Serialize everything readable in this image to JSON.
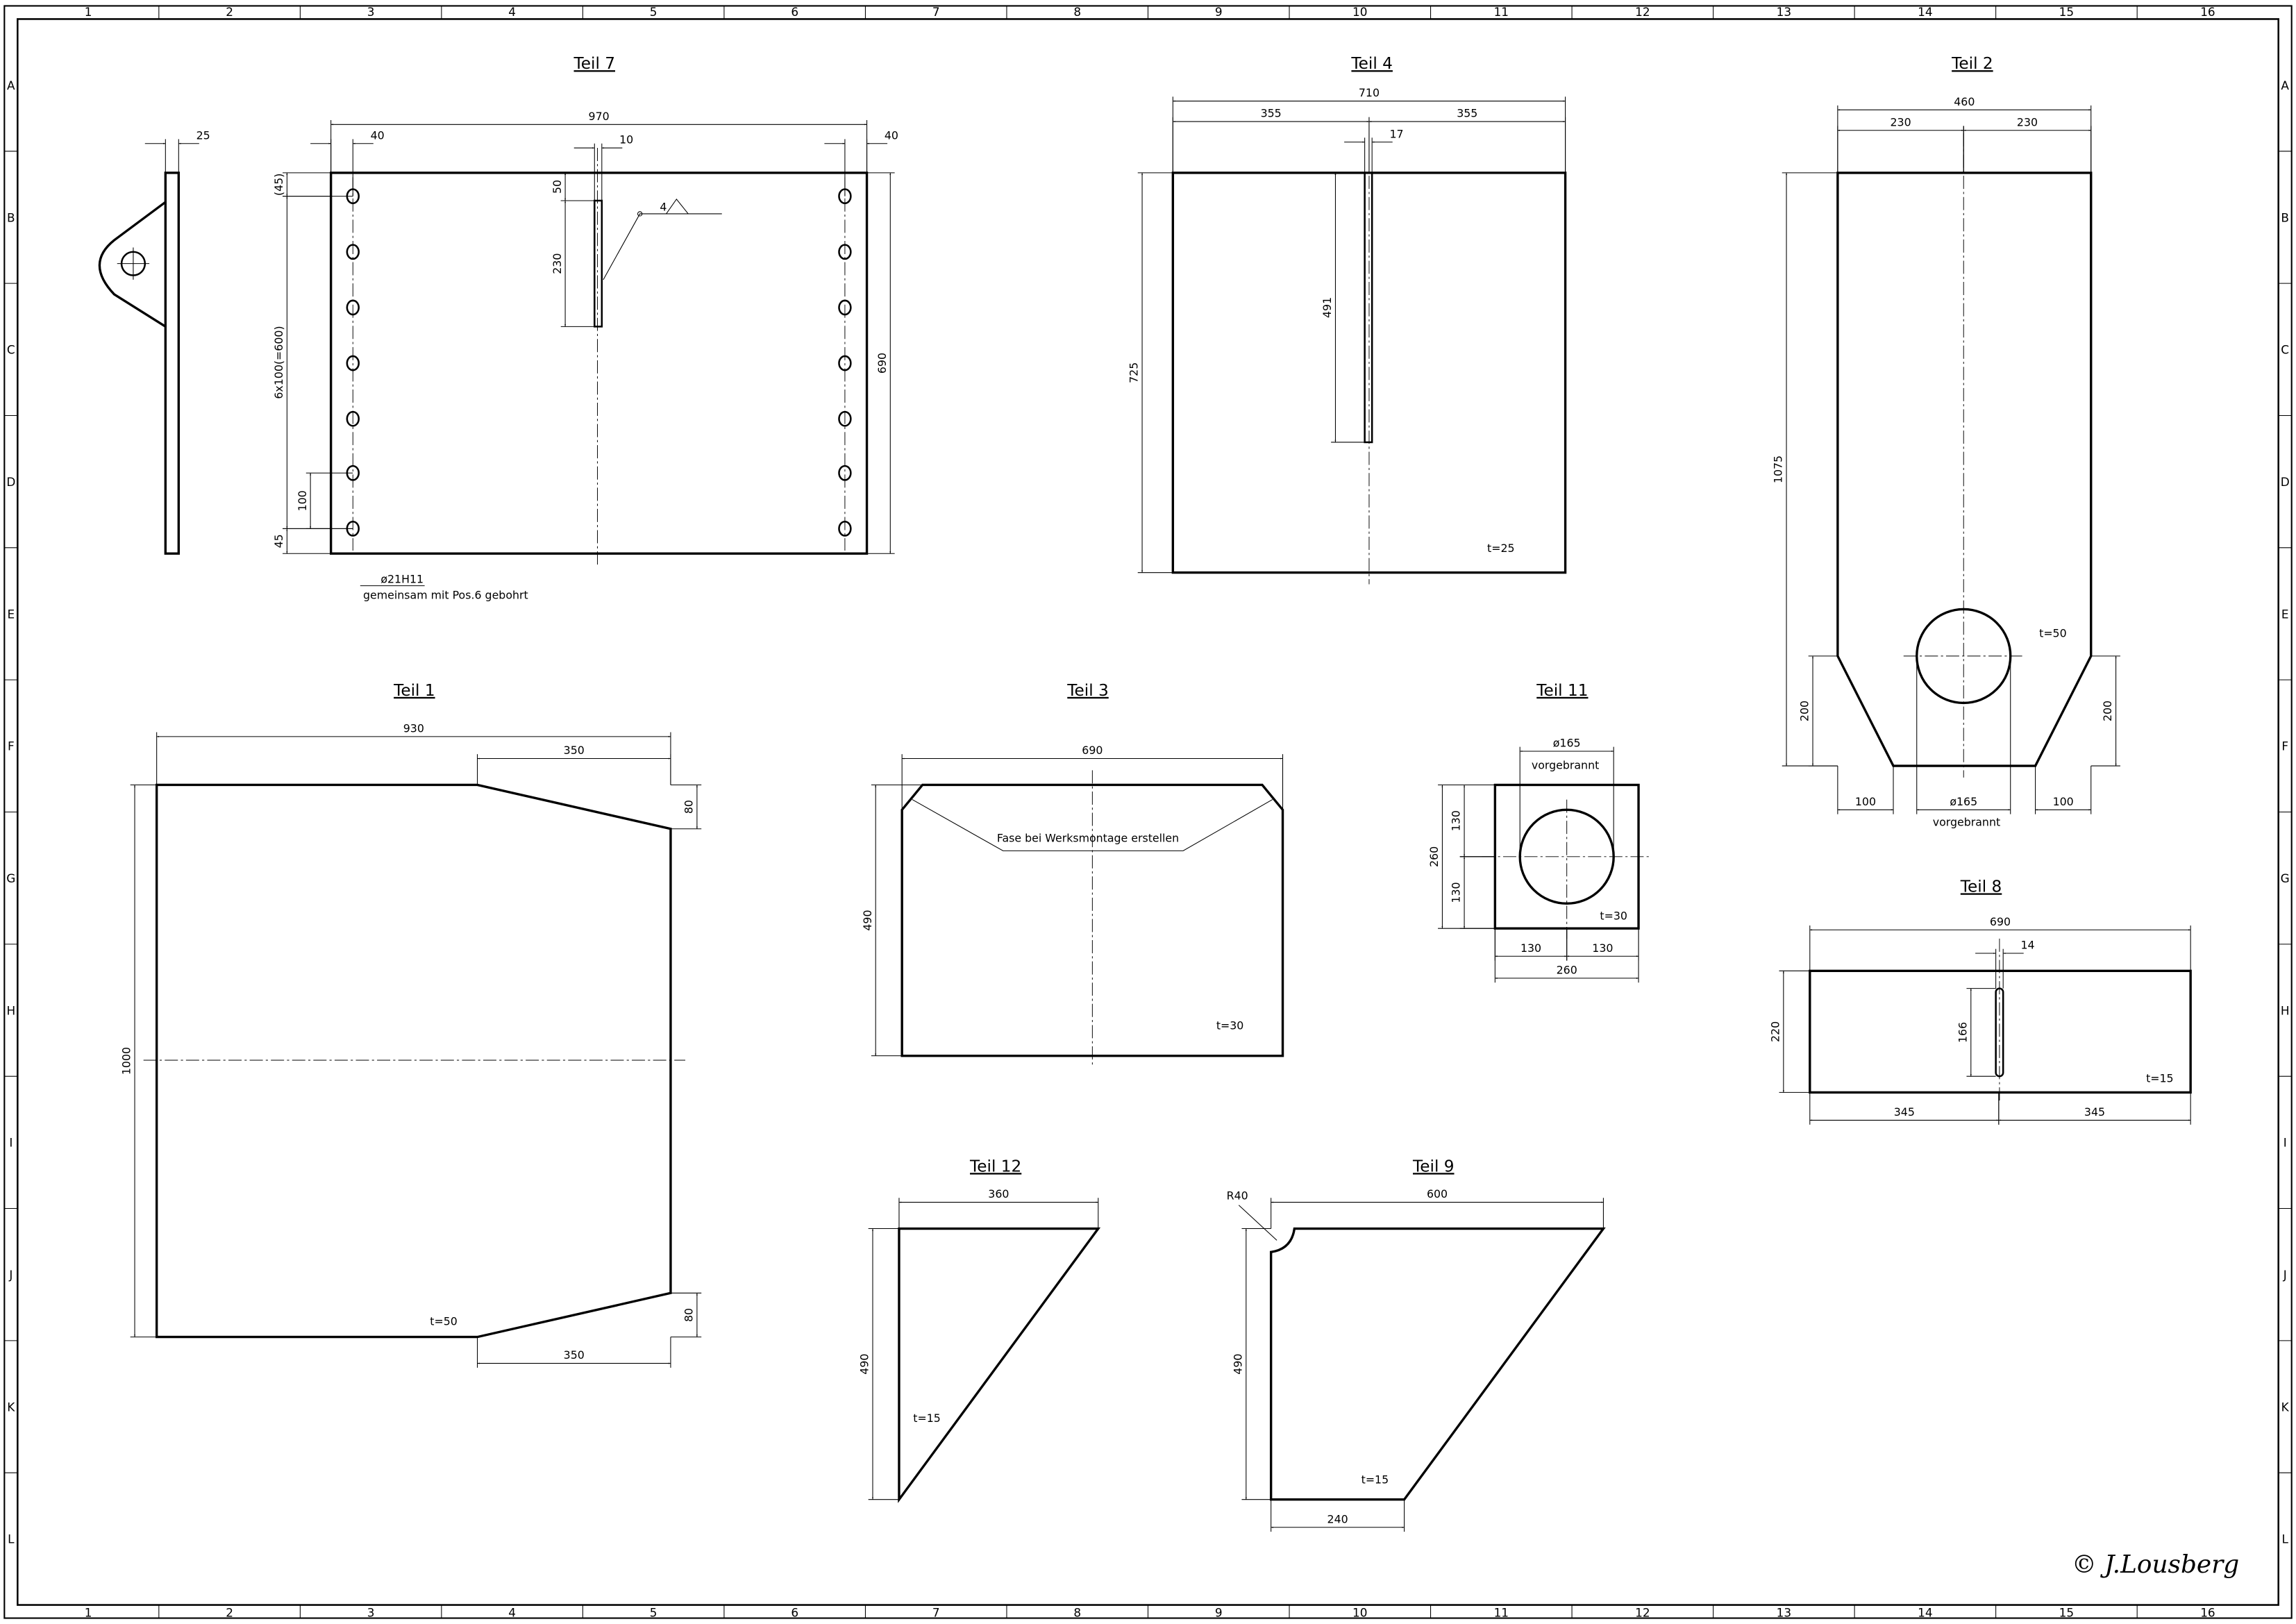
{
  "sheet": {
    "columns": [
      "1",
      "2",
      "3",
      "4",
      "5",
      "6",
      "7",
      "8",
      "9",
      "10",
      "11",
      "12",
      "13",
      "14",
      "15",
      "16"
    ],
    "rows": [
      "A",
      "B",
      "C",
      "D",
      "E",
      "F",
      "G",
      "H",
      "I",
      "J",
      "K",
      "L"
    ],
    "signature": "© J.Lousberg"
  },
  "teil7_side": {
    "dims": [
      "25"
    ]
  },
  "teil7": {
    "title": "Teil 7",
    "dims": [
      "970",
      "40",
      "10",
      "40",
      "690",
      "(45)",
      "6x100(=600)",
      "100",
      "45",
      "50",
      "230"
    ],
    "weld": "4",
    "hole": "ø21H11",
    "hole_note": "gemeinsam mit Pos.6 gebohrt"
  },
  "teil4": {
    "title": "Teil 4",
    "dims": [
      "710",
      "355",
      "355",
      "17",
      "491",
      "725"
    ],
    "thickness": "t=25"
  },
  "teil2": {
    "title": "Teil 2",
    "dims": [
      "460",
      "230",
      "230",
      "1075",
      "200",
      "200",
      "100",
      "ø165",
      "100"
    ],
    "note": "vorgebrannt",
    "thickness": "t=50"
  },
  "teil1": {
    "title": "Teil 1",
    "dims": [
      "930",
      "350",
      "80",
      "1000",
      "80",
      "350"
    ],
    "thickness": "t=50"
  },
  "teil3": {
    "title": "Teil 3",
    "dims": [
      "690",
      "490"
    ],
    "note": "Fase bei Werksmontage erstellen",
    "thickness": "t=30"
  },
  "teil11": {
    "title": "Teil 11",
    "dims": [
      "ø165",
      "260",
      "130",
      "130",
      "130",
      "130",
      "260"
    ],
    "note": "vorgebrannt",
    "thickness": "t=30"
  },
  "teil8": {
    "title": "Teil 8",
    "dims": [
      "690",
      "14",
      "220",
      "166",
      "345",
      "345"
    ],
    "thickness": "t=15"
  },
  "teil12": {
    "title": "Teil 12",
    "dims": [
      "360",
      "490"
    ],
    "thickness": "t=15"
  },
  "teil9": {
    "title": "Teil 9",
    "dims": [
      "R40",
      "600",
      "490",
      "240"
    ],
    "thickness": "t=15"
  }
}
